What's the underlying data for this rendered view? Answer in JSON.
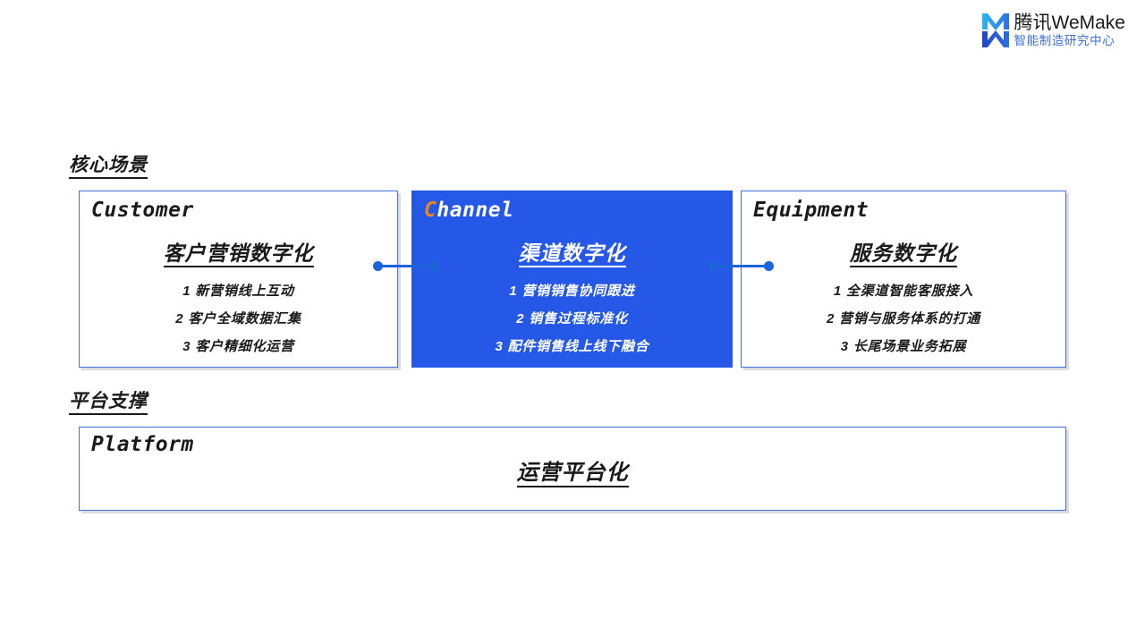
{
  "brand": {
    "logo_icon": "wemake-mw-logo-icon",
    "title": "腾讯WeMake",
    "subtitle": "智能制造研究中心",
    "title_color": "#1a1a1a",
    "subtitle_color": "#3d6fd4"
  },
  "sections": {
    "core_label": "核心场景",
    "platform_label": "平台支撑"
  },
  "cards": [
    {
      "eng_accent": "C",
      "eng_rest": "ustomer",
      "eng_full": "Customer",
      "title": "客户营销数字化",
      "items": [
        "1 新营销线上互动",
        "2 客户全域数据汇集",
        "3 客户精细化运营"
      ],
      "highlighted": false
    },
    {
      "eng_accent": "C",
      "eng_rest": "hannel",
      "eng_full": "Channel",
      "title": "渠道数字化",
      "items": [
        "1 营销销售协同跟进",
        "2 销售过程标准化",
        "3 配件销售线上线下融合"
      ],
      "highlighted": true
    },
    {
      "eng_accent": "E",
      "eng_rest": "quipment",
      "eng_full": "Equipment",
      "title": "服务数字化",
      "items": [
        "1 全渠道智能客服接入",
        "2 营销与服务体系的打通",
        "3 长尾场景业务拓展"
      ],
      "highlighted": false
    }
  ],
  "platform": {
    "eng": "Platform",
    "title": "运营平台化"
  },
  "colors": {
    "accent_blue": "#2558e6",
    "border_blue": "#4472d8",
    "connector_blue": "#1a63d8",
    "accent_orange": "#ef8222",
    "text_dark": "#1a1a1a",
    "card_white": "#ffffff"
  }
}
